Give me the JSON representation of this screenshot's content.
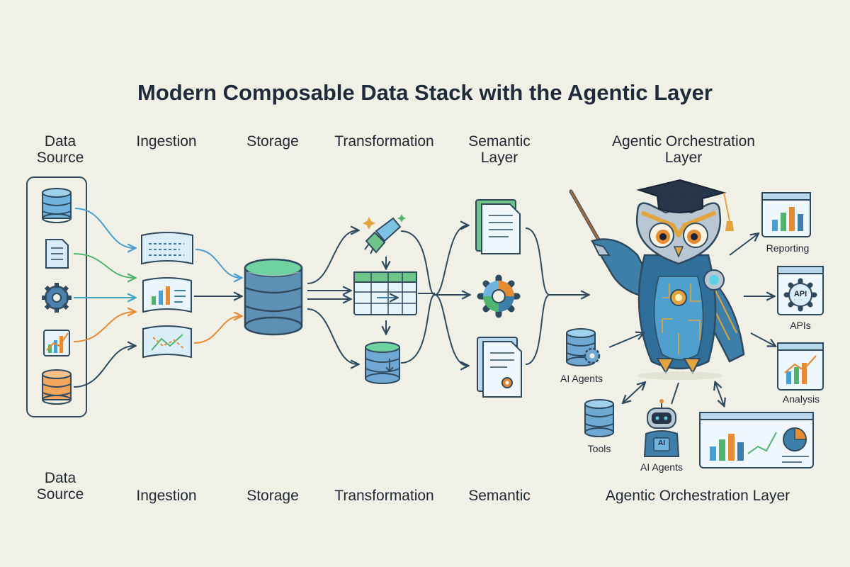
{
  "title": "Modern Composable Data Stack with the Agentic Layer",
  "top_headers": {
    "data_source": "Data\nSource",
    "ingestion": "Ingestion",
    "storage": "Storage",
    "transformation": "Transformation",
    "semantic": "Semantic\nLayer",
    "agentic": "Agentic Orchestration\nLayer"
  },
  "bottom_headers": {
    "data_source": "Data\nSource",
    "ingestion": "Ingestion",
    "storage": "Storage",
    "transformation": "Transformation",
    "semantic": "Semantic",
    "agentic": "Agentic Orchestration Layer"
  },
  "outputs": {
    "reporting": "Reporting",
    "apis": "APIs",
    "analysis": "Analysis",
    "api_badge": "API"
  },
  "agent_nodes": {
    "ai_agents_left": "AI Agents",
    "tools": "Tools",
    "ai_agents_bottom": "AI Agents",
    "robot_badge": "AI"
  },
  "colors": {
    "background": "#f1f0e6",
    "line": "#2f4a5e",
    "blue": "#4a9fd0",
    "green": "#4fb56e",
    "orange": "#e58b34",
    "teal": "#3fa7b8",
    "owl_gold": "#e2a43c",
    "owl_blue": "#3d7fa8"
  }
}
